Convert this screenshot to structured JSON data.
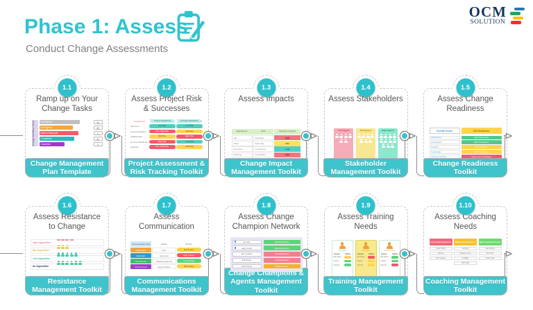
{
  "header": {
    "title": "Phase 1: Assess",
    "subtitle": "Conduct Change Assessments",
    "logo": {
      "name": "OCM",
      "sub": "SOLUTION"
    }
  },
  "colors": {
    "accent_teal": "#2FC4CE",
    "footer_teal": "#40C4CC",
    "badge_teal": "#2EC1CB",
    "status_red": "#F4596B",
    "status_yellow": "#FFD34D",
    "status_green": "#5ED47A",
    "status_teal": "#52CEBE",
    "chip_orange": "#F5A63C",
    "chip_blue": "#2F9CC8",
    "chip_purple": "#9B3FCC",
    "logo_navy": "#17365D"
  },
  "cards": [
    {
      "badge": "1.1",
      "title": "Ramp up on Your Change Tasks",
      "footer": "Change Management Plan Template",
      "thumb": {
        "side_label": "Change Workflow Tasks",
        "rows": [
          {
            "label": "Not Started",
            "value": "40"
          },
          {
            "label": "In Progress",
            "value": "26"
          },
          {
            "label": "Behind Schedule",
            "value": "6"
          },
          {
            "label": "Completed",
            "value": "29"
          },
          {
            "label": "Canceled",
            "value": "3"
          }
        ]
      }
    },
    {
      "badge": "1.2",
      "title": "Assess Project Risk & Successes",
      "footer": "Project Assessment & Risk Tracking Toolkit",
      "thumb": {
        "headers": [
          "Assessment",
          "Project Readiness",
          "Change Readiness"
        ],
        "rows": [
          {
            "label": "Sponsors",
            "project": "Low Risk",
            "change": "Low Risk"
          },
          {
            "label": "Communications",
            "project": "Very High Risk",
            "change": "Mid Risk"
          },
          {
            "label": "Collaboration",
            "project": "Mid Risk",
            "change": "High Risk"
          },
          {
            "label": "Go-Live Readiness",
            "project": "High Risk",
            "change": "Low Risk"
          },
          {
            "label": "Adoption",
            "project": "Very High Risk",
            "change": "Mid Risk"
          }
        ]
      }
    },
    {
      "badge": "1.3",
      "title": "Assess Impacts",
      "footer": "Change Impact Management Toolkit",
      "thumb": {
        "headers": [
          "Department",
          "Role",
          "Severity of Impact"
        ],
        "rows": [
          {
            "department": "HR",
            "role": "Specialist",
            "severity": "High"
          },
          {
            "department": "Sales",
            "role": "Sales Rep",
            "severity": "Mid"
          },
          {
            "department": "Executive",
            "role": "Compliance",
            "severity": "Low"
          },
          {
            "department": "Shipping",
            "role": "Coordinator",
            "severity": "High"
          }
        ]
      }
    },
    {
      "badge": "1.4",
      "title": "Assess Stakeholders",
      "footer": "Stakeholder Management Toolkit",
      "thumb": {
        "columns": [
          {
            "label": "Low Support",
            "people": 6
          },
          {
            "label": "Mid Support",
            "people": 7
          },
          {
            "label": "High Support",
            "people": 11
          }
        ]
      }
    },
    {
      "badge": "1.5",
      "title": "Assess Change Readiness",
      "footer": "Change Readiness Toolkit",
      "thumb": {
        "score_label": "Overall Score",
        "score_value": "Mid Readiness",
        "rows": [
          {
            "label": "Awareness",
            "value": "High Awareness"
          },
          {
            "label": "Acceptance",
            "value": "High Acceptance"
          },
          {
            "label": "Capacity",
            "value": "Mid Capacity"
          },
          {
            "label": "Knowledge",
            "value": "Mid Knowledge"
          },
          {
            "label": "Training Needed",
            "value": "High Level of Training"
          }
        ]
      }
    },
    {
      "badge": "1.6",
      "title": "Assess Resistance to Change",
      "footer": "Resistance Management Toolkit",
      "thumb": {
        "rows": [
          {
            "label": "High Opposition",
            "people": 4
          },
          {
            "label": "Mid Opposition",
            "people": 3
          },
          {
            "label": "Low Opposition",
            "people": 5
          },
          {
            "label": "No Opposition",
            "people": 6
          }
        ]
      }
    },
    {
      "badge": "1.7",
      "title": "Assess Communication",
      "footer": "Communications Management Toolkit",
      "thumb": {
        "headers": [
          "Communication Type",
          "Status",
          "Priority"
        ],
        "rows": [
          {
            "type": "Awareness",
            "status": "Sent",
            "priority": "Mid Priority"
          },
          {
            "type": "Reminder",
            "status": "Approved",
            "priority": "High Priority"
          },
          {
            "type": "Pre Go-Live",
            "status": "Awaiting Approval",
            "priority": "Low Priority"
          },
          {
            "type": "Post Go-Live",
            "status": "Being Drafted",
            "priority": "Mid Priority"
          }
        ]
      }
    },
    {
      "badge": "1.8",
      "title": "Assess Change Champion Network",
      "footer": "Change Champions & Agents Management Toolkit",
      "thumb": {
        "rows": [
          {
            "name": "Joe Doe",
            "badge": "High Experience"
          },
          {
            "name": "Gaby Smith",
            "badge": "High Experience"
          },
          {
            "name": "Jan Jonases",
            "badge": "Low Experience"
          },
          {
            "name": "Pat Brown",
            "badge": "Low Experience"
          },
          {
            "name": "Carol Wong",
            "badge": "Mid Experience"
          }
        ]
      }
    },
    {
      "badge": "1.9",
      "title": "Assess Training Needs",
      "footer": "Training Management Toolkit",
      "thumb": {
        "col_headers": [
          "Course",
          "Status"
        ],
        "profiles": [
          {
            "name": "John Doe",
            "courses": [
              "MS Teams",
              "Culture",
              "Security"
            ]
          },
          {
            "name": "Joe Smith",
            "courses": [
              "MS Teams",
              "Culture",
              "Security"
            ]
          },
          {
            "name": "Aaron Jones",
            "courses": [
              "MS Teams",
              "Culture",
              "Security"
            ]
          }
        ]
      }
    },
    {
      "badge": "1.10",
      "title": "Assess Coaching Needs",
      "footer": "Coaching Management Toolkit",
      "thumb": {
        "columns": [
          {
            "header": "Low Coaching Success",
            "names": [
              "Gaby Smith",
              "Jill Doe",
              "Jan Jonases"
            ]
          },
          {
            "header": "Mid Coaching Success",
            "names": [
              "Joe Doe",
              "Charles Jones",
              "AJ Miller",
              "Pat Smith"
            ]
          },
          {
            "header": "High Coaching Success",
            "names": [
              "Carol Wong",
              "BJ Smith",
              "Anash Dae"
            ]
          }
        ]
      }
    }
  ]
}
